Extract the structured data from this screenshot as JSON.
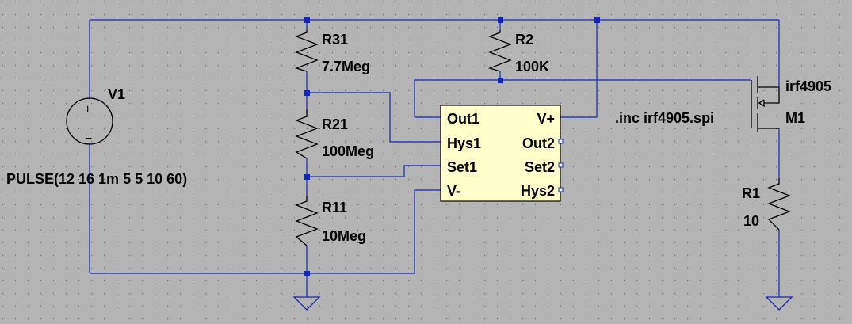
{
  "schematic": {
    "source": {
      "name": "V1",
      "value": "PULSE(12 16 1m 5 5 10 60)",
      "plus": "+",
      "minus": "−"
    },
    "resistors": {
      "r31": {
        "name": "R31",
        "value": "7.7Meg"
      },
      "r21": {
        "name": "R21",
        "value": "100Meg"
      },
      "r11": {
        "name": "R11",
        "value": "10Meg"
      },
      "r2": {
        "name": "R2",
        "value": "100K"
      },
      "r1": {
        "name": "R1",
        "value": "10"
      }
    },
    "comparator": {
      "pins": {
        "out1": "Out1",
        "hys1": "Hys1",
        "set1": "Set1",
        "vminus": "V-",
        "vplus": "V+",
        "out2": "Out2",
        "set2": "Set2",
        "hys2": "Hys2"
      }
    },
    "mosfet": {
      "name": "M1",
      "model": "irf4905"
    },
    "directive": ".inc irf4905.spi"
  },
  "colors": {
    "background": "#b4b4b4",
    "grid_dot": "#606060",
    "wire": "#1428b4",
    "junction": "#1428b4",
    "component": "#000000",
    "comparator_fill": "#ffffcc"
  }
}
